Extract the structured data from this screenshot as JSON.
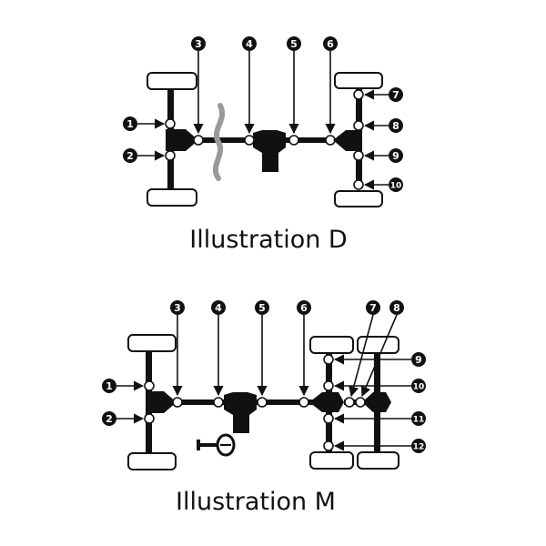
{
  "illustrations": [
    {
      "caption": "Illustration D",
      "callouts": [
        "1",
        "2",
        "3",
        "4",
        "5",
        "6",
        "7",
        "8",
        "9",
        "10"
      ]
    },
    {
      "caption": "Illustration M",
      "callouts": [
        "1",
        "2",
        "3",
        "4",
        "5",
        "6",
        "7",
        "8",
        "9",
        "10",
        "11",
        "12"
      ]
    }
  ],
  "colors": {
    "ink": "#111111",
    "paper": "#ffffff",
    "driveshaft": "#9a9a9a"
  }
}
